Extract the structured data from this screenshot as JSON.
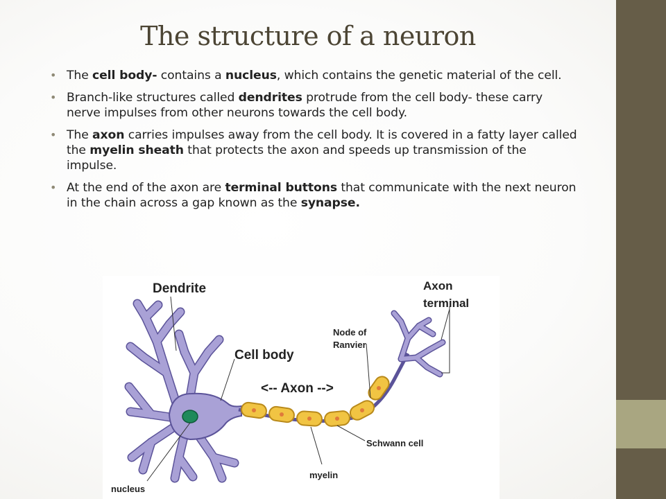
{
  "slide": {
    "title": "The structure of a neuron"
  },
  "bullets": [
    {
      "parts": [
        {
          "text": "The "
        },
        {
          "text": "cell body-",
          "bold": true
        },
        {
          "text": " contains a "
        },
        {
          "text": "nucleus",
          "bold": true
        },
        {
          "text": ", which contains the genetic material of the cell."
        }
      ]
    },
    {
      "parts": [
        {
          "text": "Branch-like structures called "
        },
        {
          "text": "dendrites",
          "bold": true
        },
        {
          "text": " protrude from the cell body- these carry nerve impulses from other neurons towards the cell body."
        }
      ]
    },
    {
      "parts": [
        {
          "text": "The "
        },
        {
          "text": "axon",
          "bold": true
        },
        {
          "text": " carries impulses away from the cell body. It is covered in a fatty layer called the "
        },
        {
          "text": "myelin sheath",
          "bold": true
        },
        {
          "text": " that protects the axon and speeds up transmission of the impulse."
        }
      ]
    },
    {
      "parts": [
        {
          "text": "At the end of the axon are "
        },
        {
          "text": "terminal buttons",
          "bold": true
        },
        {
          "text": " that communicate with the next neuron in the chain across a gap known as the "
        },
        {
          "text": "synapse.",
          "bold": true
        }
      ]
    }
  ],
  "diagram": {
    "labels": {
      "dendrite": "Dendrite",
      "axon_terminal_1": "Axon",
      "axon_terminal_2": "terminal",
      "cell_body": "Cell body",
      "node_1": "Node of",
      "node_2": "Ranvier",
      "axon": "<-- Axon -->",
      "schwann": "Schwann cell",
      "myelin": "myelin",
      "nucleus": "nucleus"
    },
    "colors": {
      "neuron_fill": "#a9a1d6",
      "neuron_stroke": "#5b5399",
      "myelin_fill": "#f1c443",
      "myelin_stroke": "#b98a1b",
      "nucleus_fill": "#1f8a5a",
      "schwann_dot": "#e07a3a"
    }
  },
  "theme": {
    "sidebar": "#665d48",
    "sidebar_accent": "#a9a681",
    "title_color": "#4c4534"
  }
}
